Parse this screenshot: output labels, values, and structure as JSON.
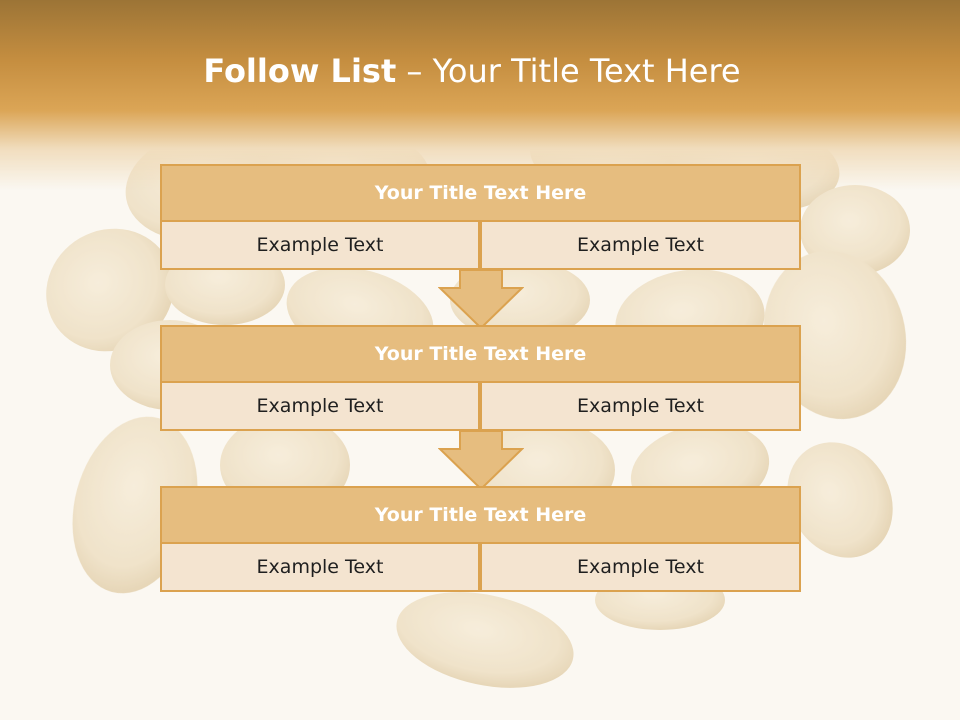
{
  "slide": {
    "title_bold": "Follow List",
    "title_rest": "– Your Title Text Here"
  },
  "blocks": [
    {
      "title": "Your Title Text Here",
      "left_text": "Example Text",
      "right_text": "Example Text"
    },
    {
      "title": "Your Title Text Here",
      "left_text": "Example Text",
      "right_text": "Example Text"
    },
    {
      "title": "Your Title Text Here",
      "left_text": "Example Text",
      "right_text": "Example Text"
    }
  ],
  "colors": {
    "header_top": "#9c7436",
    "header_mid": "#dba556",
    "title_box_fill": "#e6bd7f",
    "cell_fill": "#f4e4d0",
    "border": "#dba24f",
    "arrow_fill": "#e6bd7f"
  }
}
